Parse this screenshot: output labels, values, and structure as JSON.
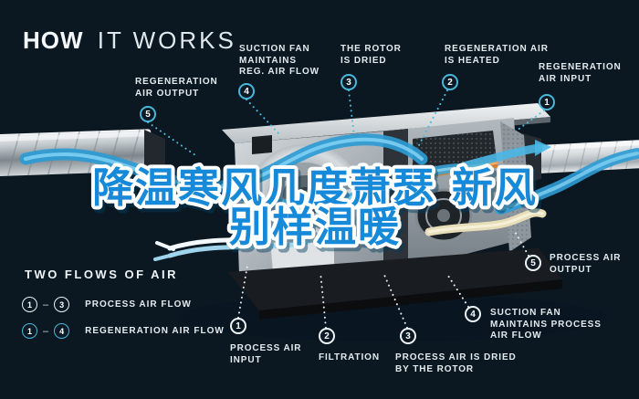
{
  "title": {
    "bold": "HOW",
    "light": "IT WORKS"
  },
  "overlay": {
    "line1": "降温寒风几度萧瑟 新风",
    "line2": "别样温暖"
  },
  "regeneration_callouts": [
    {
      "num": "1",
      "label": "REGENERATION\nAIR INPUT"
    },
    {
      "num": "2",
      "label": "REGENERATION AIR\nIS HEATED"
    },
    {
      "num": "3",
      "label": "THE ROTOR\nIS DRIED"
    },
    {
      "num": "4",
      "label": "SUCTION FAN\nMAINTAINS\nREG. AIR FLOW"
    },
    {
      "num": "5",
      "label": "REGENERATION\nAIR OUTPUT"
    }
  ],
  "process_callouts": [
    {
      "num": "1",
      "label": "PROCESS AIR\nINPUT"
    },
    {
      "num": "2",
      "label": "FILTRATION"
    },
    {
      "num": "3",
      "label": "PROCESS AIR IS DRIED\nBY THE ROTOR"
    },
    {
      "num": "4",
      "label": "SUCTION FAN\nMAINTAINS PROCESS\nAIR FLOW"
    },
    {
      "num": "5",
      "label": "PROCESS AIR\nOUTPUT"
    }
  ],
  "legend": {
    "title": "TWO FLOWS OF AIR",
    "rows": [
      {
        "from": "1",
        "to": "3",
        "label": "PROCESS AIR FLOW",
        "style": "process"
      },
      {
        "from": "1",
        "to": "4",
        "label": "REGENERATION AIR FLOW",
        "style": "regeneration"
      }
    ],
    "dash": "–"
  },
  "colors": {
    "background": "#142c3c",
    "regeneration_accent": "#49b7d8",
    "process_accent": "#eef3f5",
    "overlay_text_fill": "#1789d9",
    "overlay_text_outline": "#ffffff",
    "heater": "#cf7f35",
    "cream_ribbon": "#e7ddb9",
    "blue_ribbon": "#2d9bd4"
  }
}
